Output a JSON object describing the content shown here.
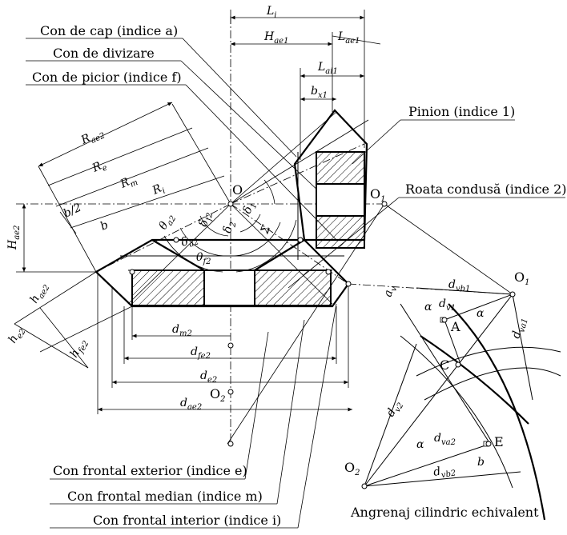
{
  "leader_labels": {
    "con_cap": "Con de cap (indice a)",
    "con_div": "Con de divizare",
    "con_picior": "Con de picior (indice f)",
    "pinion": "Pinion (indice 1)",
    "roata": "Roata condusă (indice 2)",
    "frontal_ext": "Con frontal exterior (indice e)",
    "frontal_med": "Con frontal median (indice m)",
    "frontal_int": "Con frontal interior (indice i)"
  },
  "caption": "Angrenaj cilindric echivalent",
  "points": {
    "O": "O",
    "O1": "O",
    "O1_sub": "1",
    "O1b": "O",
    "O1b_sub": "1",
    "O2": "O",
    "O2_sub": "2",
    "O2b": "O",
    "O2b_sub": "2",
    "A": "A",
    "C": "C",
    "E": "E"
  },
  "dims": {
    "Li": {
      "m": "L",
      "s": "i"
    },
    "Hae1": {
      "m": "H",
      "s": "ae1"
    },
    "Lae1": {
      "m": "L",
      "s": "ae1"
    },
    "Lai1": {
      "m": "L",
      "s": "ai1"
    },
    "bx1": {
      "m": "b",
      "s": "x1"
    },
    "Rae2": {
      "m": "R",
      "s": "ae2"
    },
    "Re": {
      "m": "R",
      "s": "e"
    },
    "Rm": {
      "m": "R",
      "s": "m"
    },
    "Ri": {
      "m": "R",
      "s": "i"
    },
    "b2": "b/2",
    "b": "b",
    "Hae2": {
      "m": "H",
      "s": "ae2"
    },
    "hae2": {
      "m": "h",
      "s": "ae2"
    },
    "he2": {
      "m": "h",
      "s": "e2"
    },
    "hfe2": {
      "m": "h",
      "s": "fe2"
    },
    "dm2": {
      "m": "d",
      "s": "m2"
    },
    "dfe2": {
      "m": "d",
      "s": "fe2"
    },
    "de2": {
      "m": "d",
      "s": "e2"
    },
    "dae2": {
      "m": "d",
      "s": "ae2"
    },
    "theta_a2": {
      "m": "θ",
      "s": "a2"
    },
    "delta_f2": {
      "m": "δ",
      "s": "f2"
    },
    "delta_2": {
      "m": "δ",
      "s": "2"
    },
    "delta_a2": {
      "m": "δ",
      "s": "a2"
    },
    "theta_f2": {
      "m": "θ",
      "s": "f2"
    },
    "delta_1": {
      "m": "δ",
      "s": "1"
    },
    "sigma": "Σ",
    "av": {
      "m": "a",
      "s": "v"
    },
    "dvb1": {
      "m": "d",
      "s": "vb1"
    },
    "dv1": {
      "m": "d",
      "s": "v1"
    },
    "dva1": {
      "m": "d",
      "s": "va1"
    },
    "dv2": {
      "m": "d",
      "s": "v2"
    },
    "dva2": {
      "m": "d",
      "s": "va2"
    },
    "dvb2": {
      "m": "d",
      "s": "vb2"
    },
    "alpha": "α",
    "b_small": "b"
  }
}
